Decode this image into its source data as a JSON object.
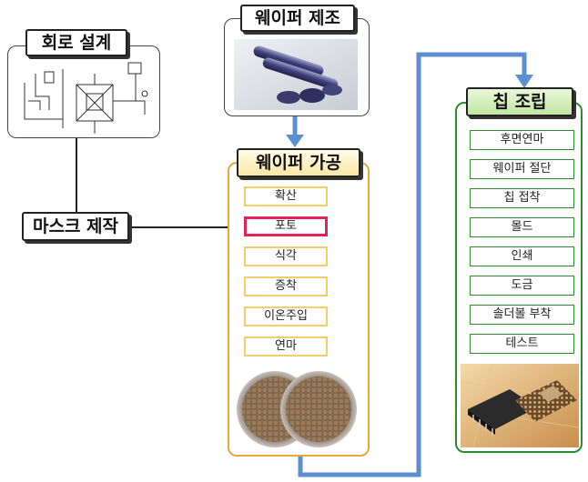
{
  "circuit_design": {
    "title": "회로 설계"
  },
  "wafer_fab": {
    "title": "웨이퍼 제조"
  },
  "mask_fab": {
    "title": "마스크 제작"
  },
  "wafer_process": {
    "title": "웨이퍼 가공",
    "steps": [
      "확산",
      "포토",
      "식각",
      "증착",
      "이온주입",
      "연마"
    ],
    "highlight_color": "#e0245a"
  },
  "chip_assembly": {
    "title": "칩 조립",
    "steps": [
      "후면연마",
      "웨이퍼 절단",
      "칩 접착",
      "몰드",
      "인쇄",
      "도금",
      "솔더볼 부착",
      "테스트"
    ]
  },
  "colors": {
    "connector_blue": "#5b8fd0",
    "yellow_border": "#e5a93a",
    "green_border": "#2e8b2e"
  }
}
